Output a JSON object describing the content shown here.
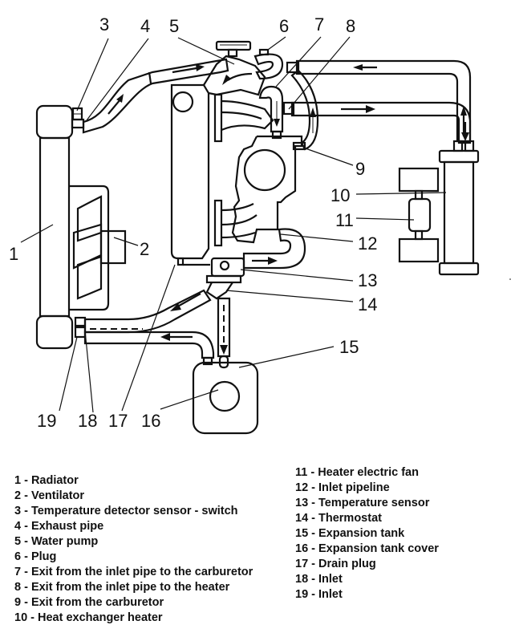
{
  "colors": {
    "cold_pipe": "#c8c8f5",
    "hot_pipe": "#f7b8b8",
    "fan_gray": "#c0c0c0",
    "outline": "#111111",
    "background": "#ffffff"
  },
  "callouts": [
    "1",
    "2",
    "3",
    "4",
    "5",
    "6",
    "7",
    "8",
    "9",
    "10",
    "11",
    "12",
    "13",
    "14",
    "15",
    "16",
    "17",
    "18",
    "19"
  ],
  "legend": {
    "left": [
      {
        "num": "1",
        "label": "1 - Radiator"
      },
      {
        "num": "2",
        "label": "2 - Ventilator"
      },
      {
        "num": "3",
        "label": "3 - Temperature detector sensor - switch"
      },
      {
        "num": "4",
        "label": "4 - Exhaust pipe"
      },
      {
        "num": "5",
        "label": "5 - Water pump"
      },
      {
        "num": "6",
        "label": "6 - Plug"
      },
      {
        "num": "7",
        "label": "7 - Exit from the inlet pipe to the carburetor"
      },
      {
        "num": "8",
        "label": "8 - Exit from the inlet pipe to the heater"
      },
      {
        "num": "9",
        "label": "9 - Exit from the carburetor"
      },
      {
        "num": "10",
        "label": "10 - Heat exchanger heater"
      }
    ],
    "right": [
      {
        "num": "11",
        "label": "11 - Heater electric fan"
      },
      {
        "num": "12",
        "label": "12 - Inlet pipeline"
      },
      {
        "num": "13",
        "label": "13 - Temperature sensor"
      },
      {
        "num": "14",
        "label": "14 - Thermostat"
      },
      {
        "num": "15",
        "label": "15 - Expansion tank"
      },
      {
        "num": "16",
        "label": "16 - Expansion tank cover"
      },
      {
        "num": "17",
        "label": "17 - Drain plug"
      },
      {
        "num": "18",
        "label": "18 - Inlet"
      },
      {
        "num": "19",
        "label": "19 - Inlet"
      }
    ]
  }
}
